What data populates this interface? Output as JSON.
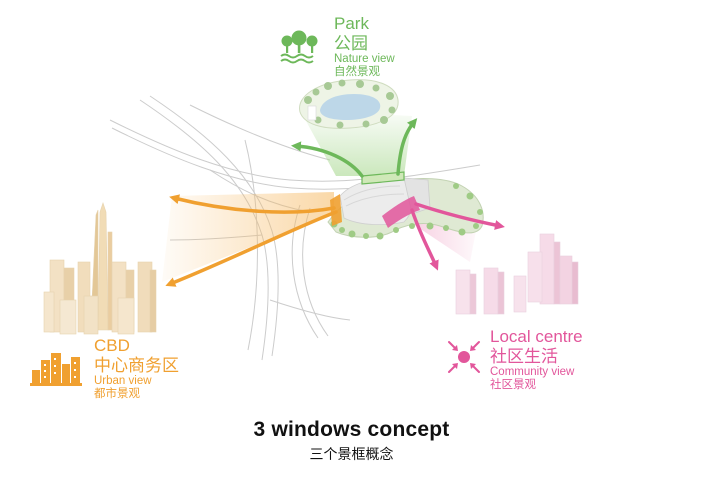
{
  "colors": {
    "park": "#6db85a",
    "cbd": "#f0a030",
    "local": "#e2569b",
    "roads": "#c9c9c9",
    "caption": "#111111"
  },
  "icons": {
    "park": "tree-icon",
    "cbd": "skyline-icon",
    "local": "community-arrows-icon"
  },
  "park": {
    "title_en": "Park",
    "title_cn": "公园",
    "view_en": "Nature view",
    "view_cn": "自然景观"
  },
  "cbd": {
    "title_en": "CBD",
    "title_cn": "中心商务区",
    "view_en": "Urban view",
    "view_cn": "都市景观"
  },
  "local": {
    "title_en": "Local centre",
    "title_cn": "社区生活",
    "view_en": "Community view",
    "view_cn": "社区景观"
  },
  "caption": {
    "title_en": "3 windows concept",
    "title_cn": "三个景框概念"
  }
}
